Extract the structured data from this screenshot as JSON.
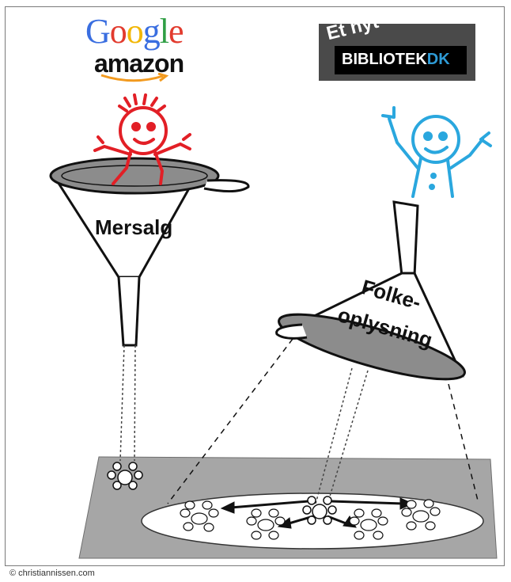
{
  "logos": {
    "google": [
      "G",
      "o",
      "o",
      "g",
      "l",
      "e"
    ],
    "google_colors": [
      "#3a6ee0",
      "#e23b2e",
      "#f2b705",
      "#3a6ee0",
      "#2f9e44",
      "#e23b2e"
    ],
    "amazon": "amazon",
    "bibliotek_prefix": "Et nyt",
    "bibliotek_main": "BIBLIOTEK",
    "bibliotek_suffix": "DK"
  },
  "labels": {
    "funnel_left": "Mersalg",
    "funnel_right_line1": "Folke-",
    "funnel_right_line2": "oplysning"
  },
  "copyright": "© christiannissen.com",
  "colors": {
    "red_figure": "#e21f26",
    "blue_figure": "#2aa7de",
    "floor": "#a6a6a6",
    "funnel_rim": "#8c8c8c"
  }
}
